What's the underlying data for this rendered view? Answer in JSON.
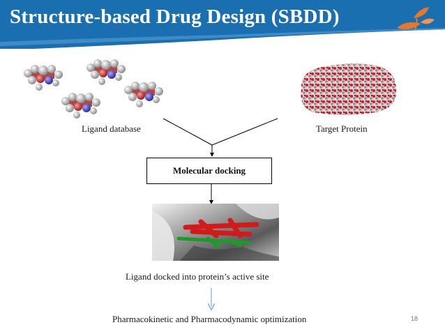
{
  "slide": {
    "title": "Structure-based Drug Design (SBDD)",
    "page_number": "18"
  },
  "diagram": {
    "ligand_label": "Ligand database",
    "protein_label": "Target Protein",
    "process_label": "Molecular docking",
    "result_label": "Ligand docked into protein’s active site",
    "optimization_label": "Pharmacokinetic and Pharmacodynamic optimization"
  },
  "colors": {
    "header_blue": "#1a6fb0",
    "logo_orange": "#e8762b",
    "ligand_red": "#d11a1a",
    "ligand_green": "#1e9a2a",
    "arrow_blue": "#7fa9d4"
  },
  "icons": [
    "leaf-logo-icon",
    "ligand-molecules-image",
    "protein-surface-image",
    "docked-complex-image"
  ]
}
